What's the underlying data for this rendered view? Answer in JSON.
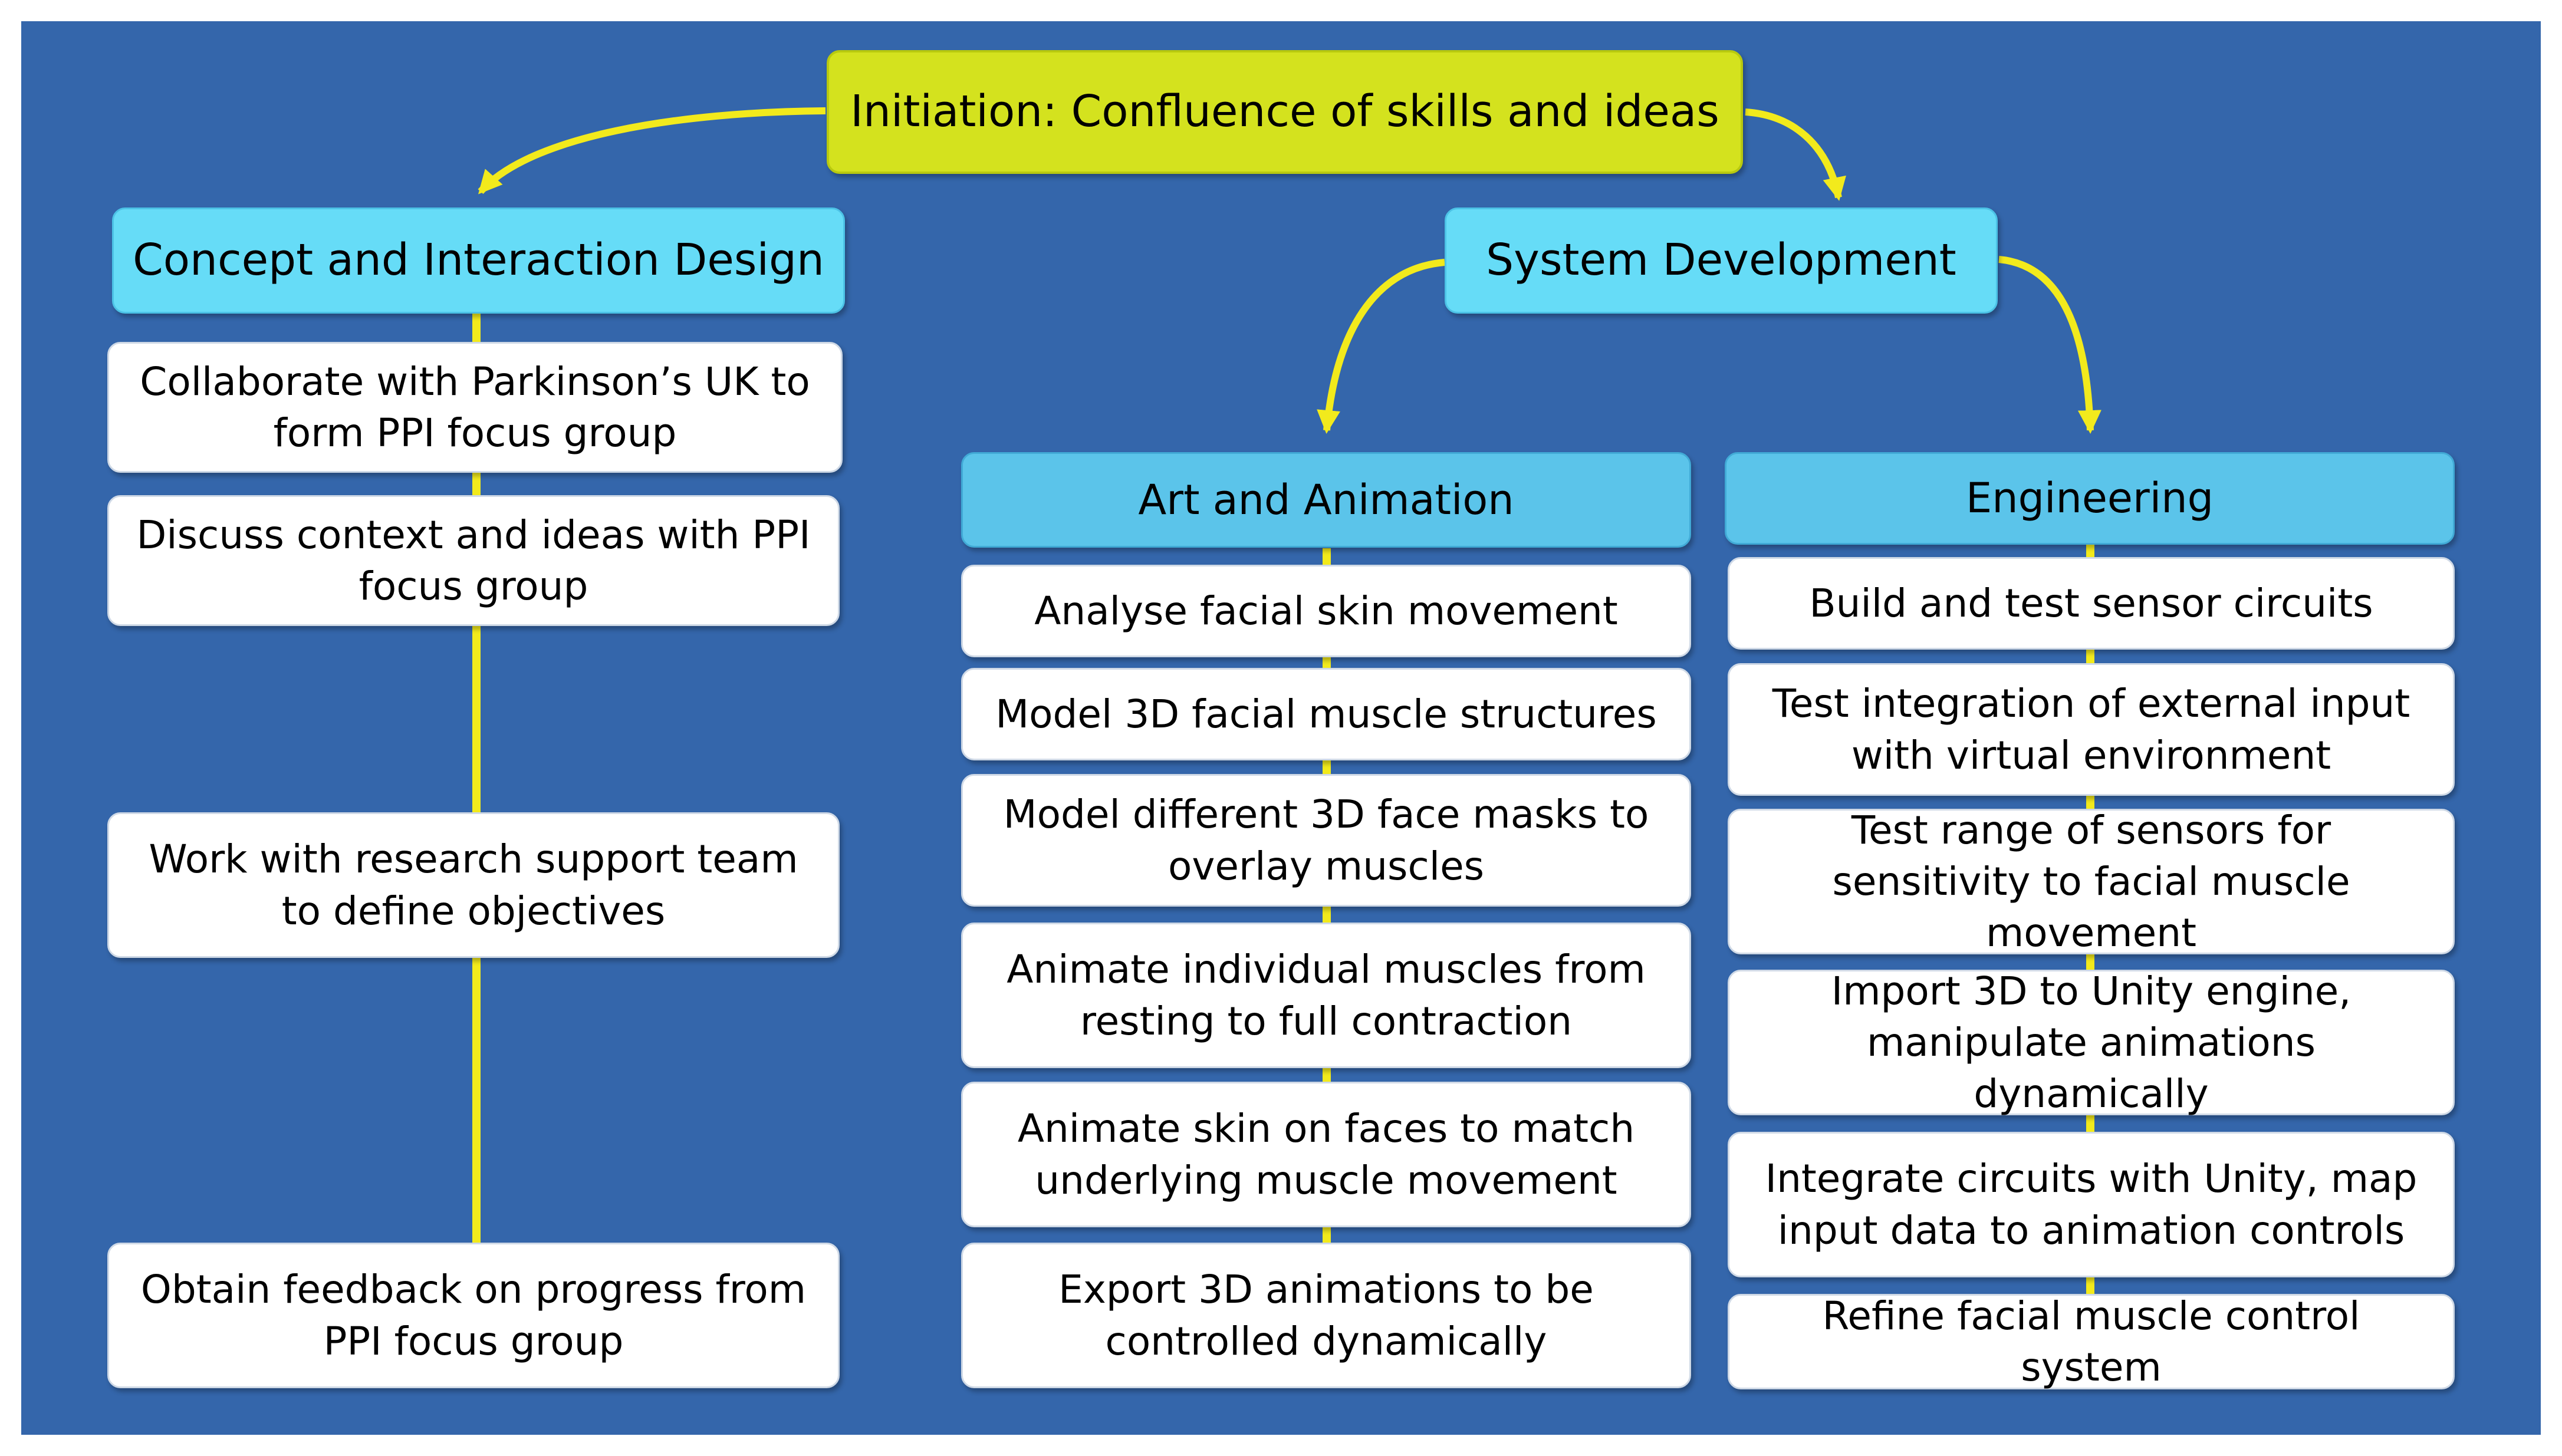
{
  "colors": {
    "background": "#3466ab",
    "root_fill": "#d4e21e",
    "category_fill": "#66dcf7",
    "subcategory_fill": "#5bc4ea",
    "item_fill": "#ffffff",
    "connector": "#f2ea1c"
  },
  "root": {
    "label": "Initiation: Confluence of skills and ideas"
  },
  "concept": {
    "title": "Concept and Interaction Design",
    "items": [
      "Collaborate with Parkinson’s UK to form PPI focus group",
      "Discuss context and ideas with PPI focus group",
      "Work with research support team to define objectives",
      "Obtain feedback on progress from PPI focus group"
    ]
  },
  "system": {
    "title": "System Development"
  },
  "art": {
    "title": "Art and Animation",
    "items": [
      "Analyse facial skin movement",
      "Model 3D facial muscle structures",
      "Model different 3D face masks to overlay muscles",
      "Animate individual muscles from resting to full contraction",
      "Animate skin on faces to match underlying muscle movement",
      "Export 3D animations to be controlled dynamically"
    ]
  },
  "engineering": {
    "title": "Engineering",
    "items": [
      "Build and test sensor circuits",
      "Test integration of external input with virtual environment",
      "Test range of sensors for sensitivity to facial muscle movement",
      "Import 3D to Unity engine, manipulate animations dynamically",
      "Integrate circuits with Unity, map input data to animation controls",
      "Refine facial muscle control system"
    ]
  }
}
